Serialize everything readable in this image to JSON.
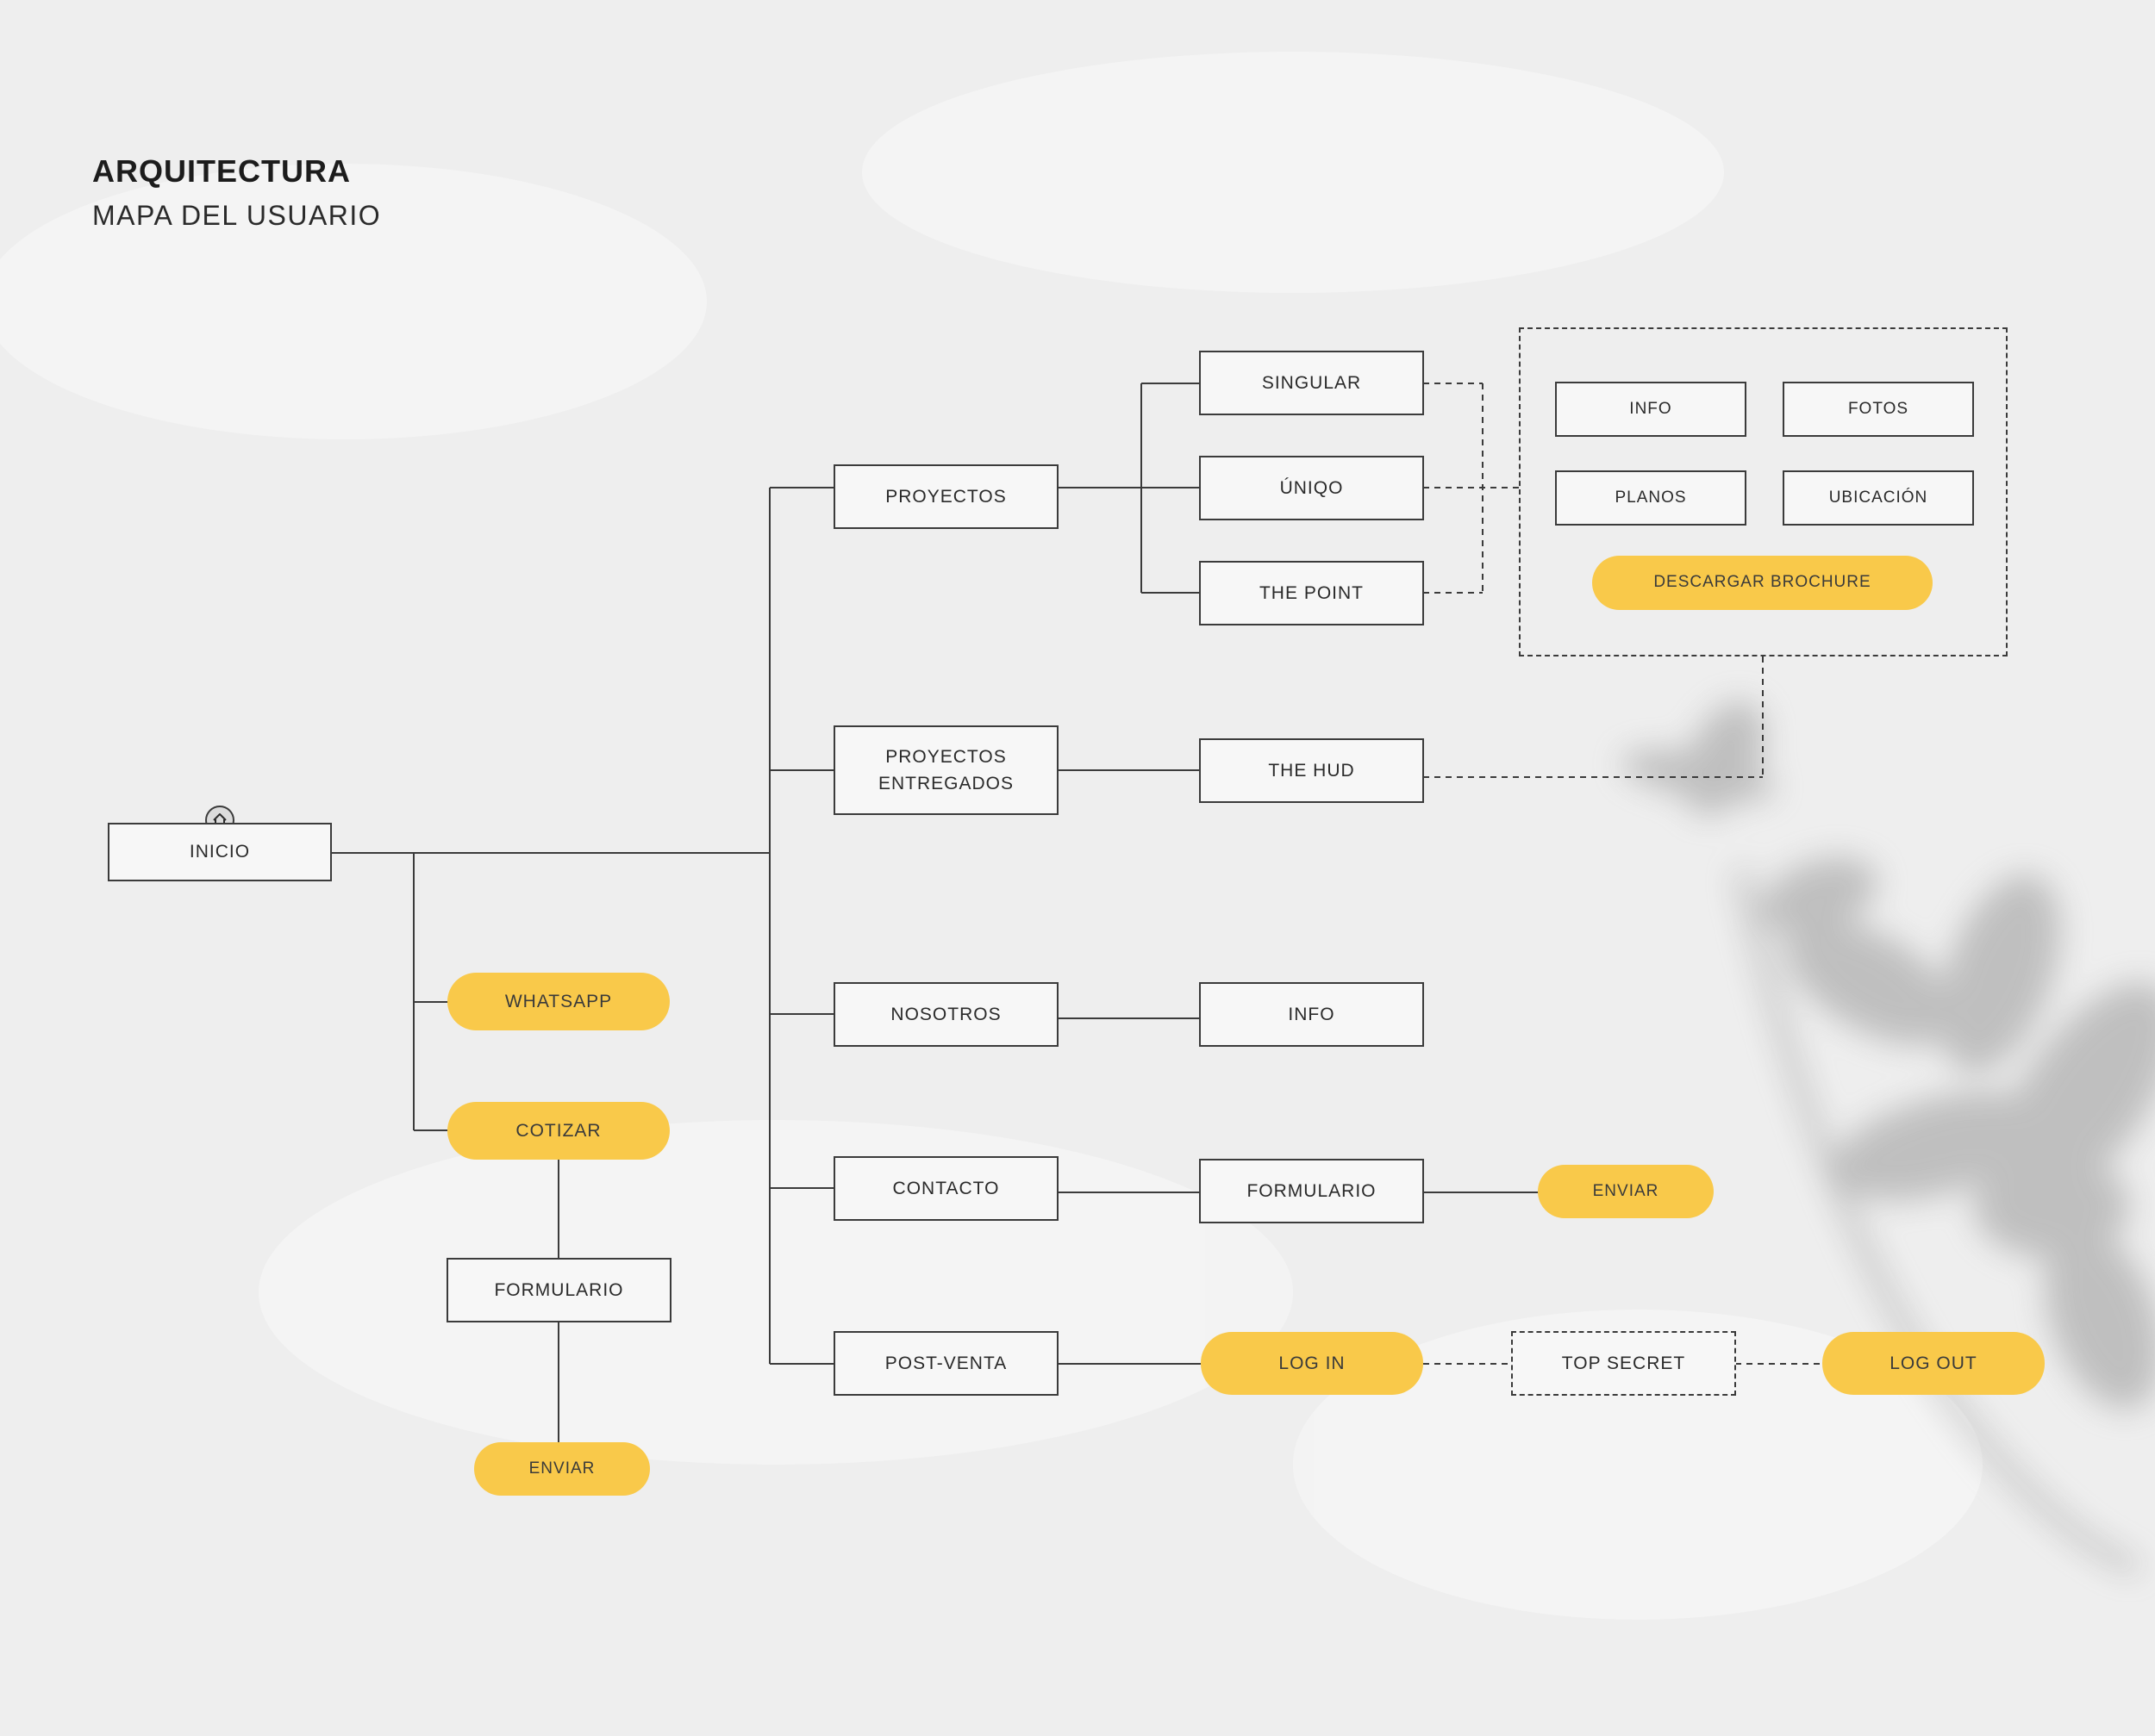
{
  "header": {
    "title": "ARQUITECTURA",
    "subtitle": "MAPA DEL USUARIO"
  },
  "colors": {
    "accent": "#f9c94a",
    "line": "#3b3b3b",
    "background": "#eeeeee"
  },
  "icons": {
    "home": "home-icon"
  },
  "nodes": {
    "inicio": "INICIO",
    "whatsapp": "WHATSAPP",
    "cotizar": "COTIZAR",
    "cotizar_formulario": "FORMULARIO",
    "cotizar_enviar": "ENVIAR",
    "proyectos": "PROYECTOS",
    "proyectos_entregados": "PROYECTOS\nENTREGADOS",
    "nosotros": "NOSOTROS",
    "contacto": "CONTACTO",
    "post_venta": "POST-VENTA",
    "singular": "SINGULAR",
    "uniqo": "ÚNIQO",
    "the_point": "THE POINT",
    "the_hud": "THE HUD",
    "nosotros_info": "INFO",
    "contacto_formulario": "FORMULARIO",
    "contacto_enviar": "ENVIAR",
    "log_in": "LOG IN",
    "top_secret": "TOP SECRET",
    "log_out": "LOG OUT"
  },
  "project_detail": {
    "info": "INFO",
    "fotos": "FOTOS",
    "planos": "PLANOS",
    "ubicacion": "UBICACIÓN",
    "descargar_brochure": "DESCARGAR BROCHURE"
  }
}
